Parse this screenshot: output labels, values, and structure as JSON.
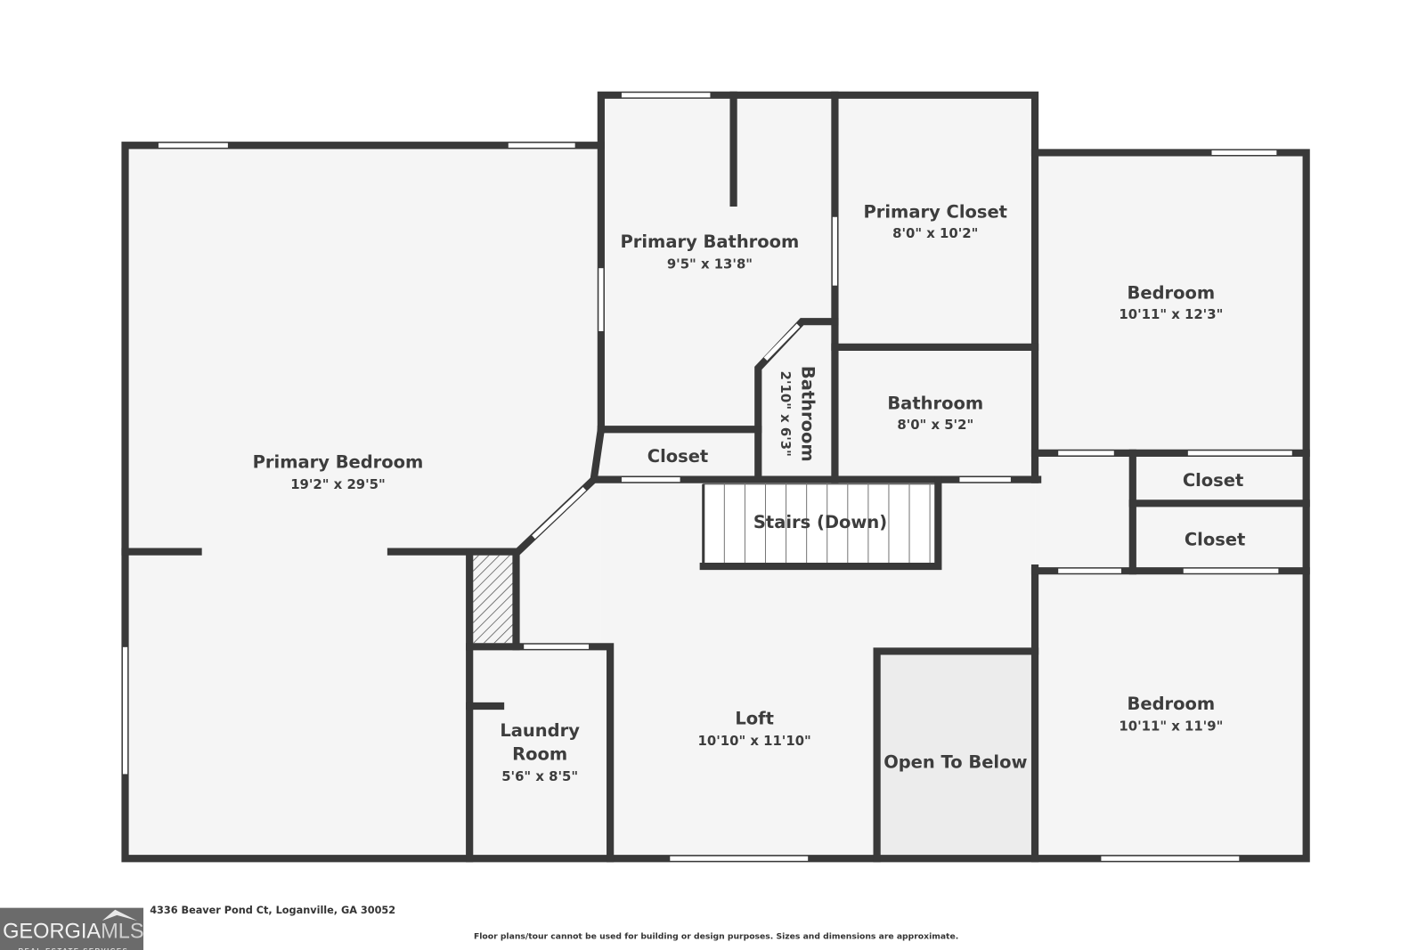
{
  "rooms": {
    "primary_bedroom": {
      "name": "Primary Bedroom",
      "dims": "19'2\" x 29'5\""
    },
    "primary_bathroom": {
      "name": "Primary Bathroom",
      "dims": "9'5\" x 13'8\""
    },
    "primary_closet": {
      "name": "Primary Closet",
      "dims": "8'0\" x 10'2\""
    },
    "bedroom1": {
      "name": "Bedroom",
      "dims": "10'11\" x 12'3\""
    },
    "bathroom_small": {
      "name": "Bathroom",
      "dims": "2'10\" x 6'3\""
    },
    "bathroom": {
      "name": "Bathroom",
      "dims": "8'0\" x 5'2\""
    },
    "closet_main": {
      "name": "Closet"
    },
    "closet_a": {
      "name": "Closet"
    },
    "closet_b": {
      "name": "Closet"
    },
    "stairs": {
      "name": "Stairs (Down)"
    },
    "laundry": {
      "name_line1": "Laundry",
      "name_line2": "Room",
      "dims": "5'6\" x 8'5\""
    },
    "loft": {
      "name": "Loft",
      "dims": "10'10\" x 11'10\""
    },
    "open_below": {
      "name": "Open To Below"
    },
    "bedroom2": {
      "name": "Bedroom",
      "dims": "10'11\" x 11'9\""
    }
  },
  "footer": {
    "address": "4336 Beaver Pond Ct, Loganville, GA 30052",
    "disclaimer": "Floor plans/tour cannot be used for building or design purposes. Sizes and dimensions are approximate.",
    "logo": {
      "main": "GEORGIA",
      "accent": "MLS",
      "tagline": "REAL ESTATE SERVICES"
    }
  },
  "colors": {
    "wall": "#393939",
    "floor": "#f5f5f5",
    "open_below": "#ececec"
  }
}
